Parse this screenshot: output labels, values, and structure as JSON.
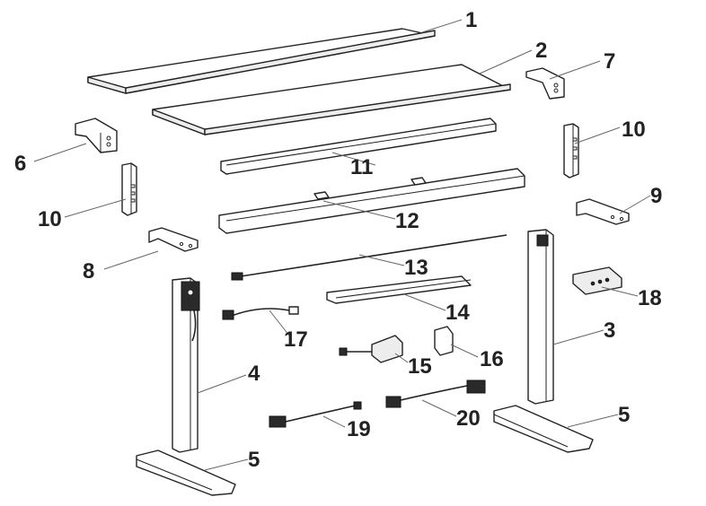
{
  "callouts": {
    "c1": "1",
    "c2": "2",
    "c3": "3",
    "c4": "4",
    "c5a": "5",
    "c5b": "5",
    "c6": "6",
    "c7": "7",
    "c8": "8",
    "c9": "9",
    "c10a": "10",
    "c10b": "10",
    "c11": "11",
    "c12": "12",
    "c13": "13",
    "c14": "14",
    "c15": "15",
    "c16": "16",
    "c17": "17",
    "c18": "18",
    "c19": "19",
    "c20": "20"
  },
  "colors": {
    "line": "#222222",
    "fill": "#ffffff",
    "leader": "#666666",
    "text": "#222222"
  }
}
